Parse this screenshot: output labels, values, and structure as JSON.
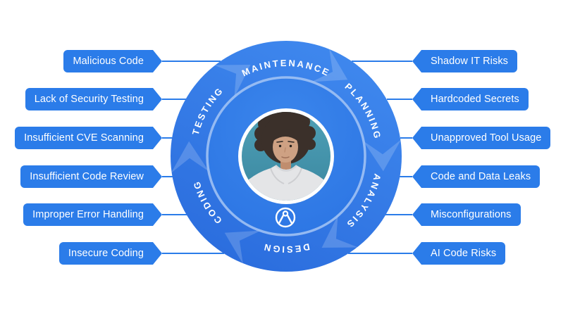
{
  "diagram": {
    "phases": [
      "MAINTENANCE",
      "PLANNING",
      "ANALYSIS",
      "DESIGN",
      "CODING",
      "TESTING"
    ],
    "left_risks": [
      "Malicious Code",
      "Lack of Security Testing",
      "Insufficient CVE Scanning",
      "Insufficient Code Review",
      "Improper Error Handling",
      "Insecure Coding"
    ],
    "right_risks": [
      "Shadow IT Risks",
      "Hardcoded Secrets",
      "Unapproved Tool Usage",
      "Code and Data Leaks",
      "Misconfigurations",
      "AI Code Risks"
    ],
    "center": {
      "avatar": "young-man-curly-hair-gray-hoodie-teal-background",
      "logo_icon": "person-in-circle-logo"
    },
    "colors": {
      "pill_blue": "#2B7CE9",
      "ring_blue_light": "#3F88EE",
      "ring_blue_dark": "#2A6CDD",
      "inner_disk_blue": "#2F7DE9",
      "inner_ring_outline": "#A6C6F4",
      "chevron_tint": "rgba(255,255,255,0.18)",
      "label_text": "#FFFFFF",
      "avatar_teal": "#4395AC"
    }
  }
}
